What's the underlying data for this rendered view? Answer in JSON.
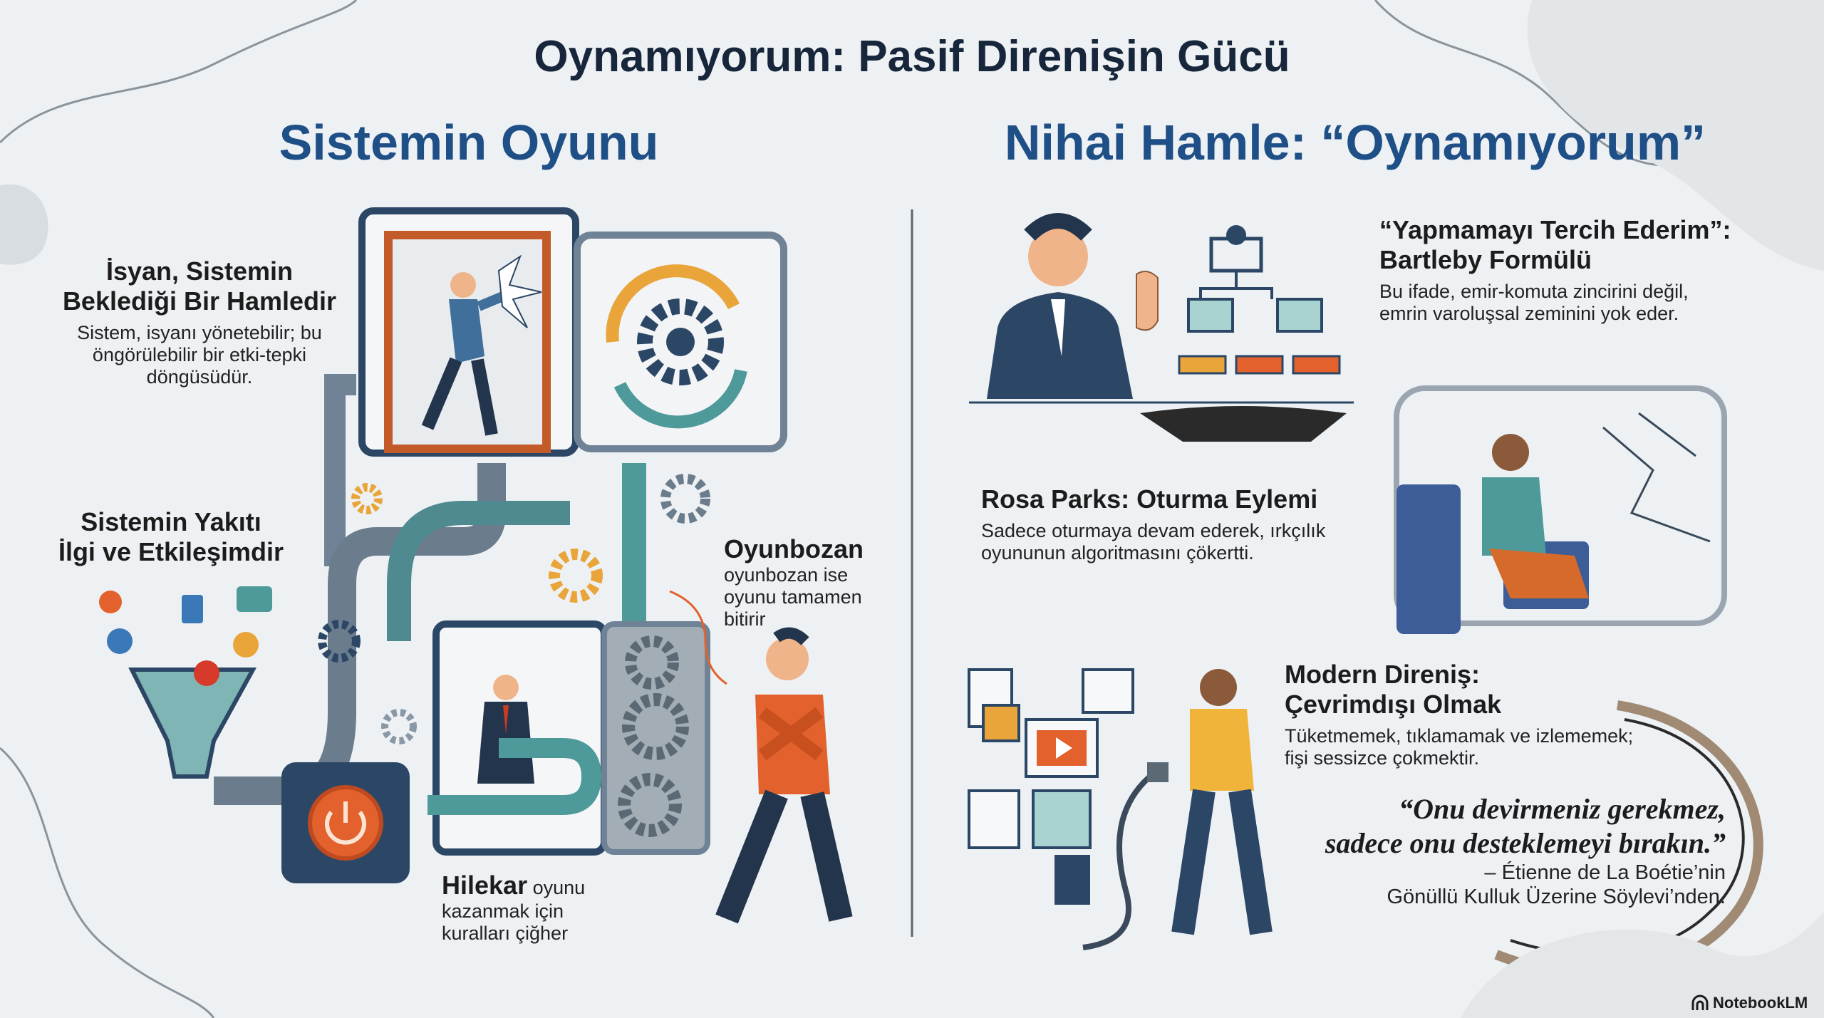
{
  "title": "Oynamıyorum: Pasif Direnişin Gücü",
  "left": {
    "heading": "Sistemin Oyunu",
    "rebellion": {
      "title_line1": "İsyan, Sistemin",
      "title_line2": "Beklediği Bir Hamledir",
      "body_line1": "Sistem, isyanı yönetebilir; bu",
      "body_line2": "öngörülebilir bir etki-tepki",
      "body_line3": "döngüsüdür."
    },
    "fuel": {
      "title_line1": "Sistemin Yakıtı",
      "title_line2": "İlgi ve Etkileşimdir"
    },
    "spoiler": {
      "title": "Oyunbozan",
      "body_line1": "oyunbozan ise",
      "body_line2": "oyunu tamamen",
      "body_line3": "bitirir"
    },
    "cheater": {
      "title": "Hilekar",
      "body_line1": " oyunu",
      "body_line2": "kazanmak için",
      "body_line3": "kuralları çiğher"
    }
  },
  "right": {
    "heading": "Nihai Hamle: “Oynamıyorum”",
    "bartleby": {
      "title_line1": "“Yapmamayı Tercih Ederim”:",
      "title_line2": "Bartleby Formülü",
      "body_line1": "Bu ifade, emir-komuta zincirini değil,",
      "body_line2": "emrin varoluşsal zeminini yok eder."
    },
    "rosa": {
      "title": "Rosa Parks: Oturma Eylemi",
      "body_line1": "Sadece oturmaya devam ederek, ırkçılık",
      "body_line2": "oyununun algoritmasını çökertti."
    },
    "modern": {
      "title_line1": "Modern Direniş:",
      "title_line2": "Çevrimdışı Olmak",
      "body_line1": "Tüketmemek, tıklamamak ve izlememek;",
      "body_line2": "fişi sessizce çokmektir."
    },
    "quote": {
      "line1": "“Onu devirmeniz gerekmez,",
      "line2": "sadece onu desteklemeyi bırakın.”",
      "attr_line1": "– Étienne de La Boétie’nin",
      "attr_line2": "Gönüllü Kulluk Üzerine Söylevi’nden."
    }
  },
  "brand": "NotebookLM",
  "colors": {
    "title": "#17263b",
    "heading": "#1f4f87",
    "orange": "#e2612c",
    "teal": "#4e9a9a",
    "navy": "#2c4766",
    "gold": "#e9a43a"
  }
}
